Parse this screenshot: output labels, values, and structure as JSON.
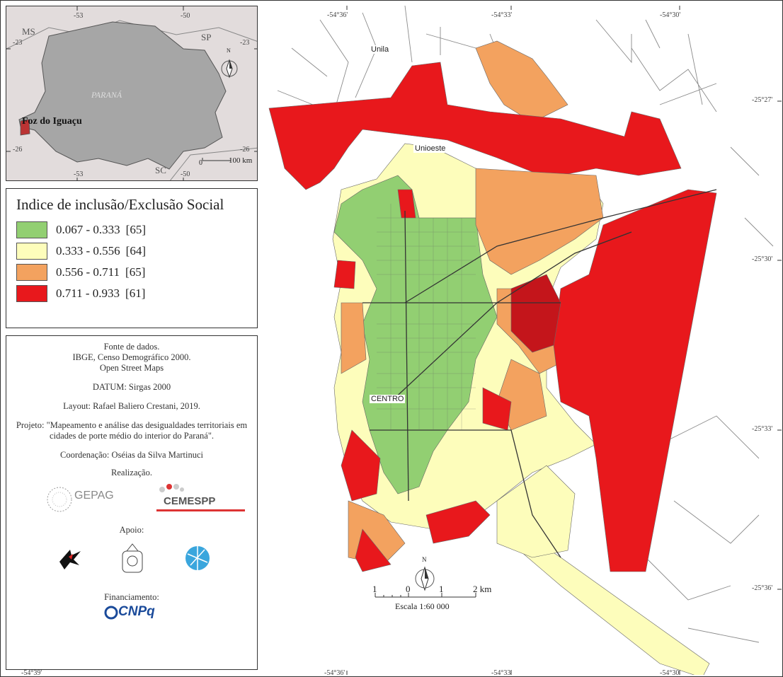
{
  "inset_map": {
    "state_name": "PARANÁ",
    "city_label": "Foz do Iguaçu",
    "neighbors": [
      "MS",
      "SP",
      "SC"
    ],
    "lat_ticks": [
      "-23",
      "-23",
      "-26",
      "-26"
    ],
    "lon_ticks_top": [
      "-53",
      "-50"
    ],
    "lon_ticks_bottom": [
      "-53",
      "-50"
    ],
    "scale": {
      "zero": "0",
      "label": "100 km"
    },
    "north": "N"
  },
  "legend": {
    "title": "Indice de inclusão/Exclusão Social",
    "classes": [
      {
        "range": "0.067 - 0.333",
        "count": "[65]",
        "color": "#92cf72"
      },
      {
        "range": "0.333 - 0.556",
        "count": "[64]",
        "color": "#fdfdbb"
      },
      {
        "range": "0.556 - 0.711",
        "count": "[65]",
        "color": "#f3a25f"
      },
      {
        "range": "0.711 - 0.933",
        "count": "[61]",
        "color": "#e8181c"
      }
    ]
  },
  "credits": {
    "source_line1": "Fonte de dados.",
    "source_line2": "IBGE, Censo Demográfico 2000.",
    "source_line3": "Open Street Maps",
    "datum": "DATUM: Sirgas 2000",
    "layout": "Layout: Rafael Baliero Crestani, 2019.",
    "project_line1": "Projeto: \"Mapeamento e análise das desigualdades territoriais em",
    "project_line2": "cidades de porte médio do interior do Paraná\".",
    "coordination": "Coordenação: Oséias da Silva Martinuci",
    "realizacao": "Realização.",
    "gepag": "GEPAG",
    "cemespp": "CEMESPP",
    "apoio": "Apoio:",
    "financiamento": "Financiamento:",
    "cnpq": "CNPq"
  },
  "main_map": {
    "labels": {
      "unila": "Unila",
      "unioeste": "Unioeste",
      "centro": "CENTRO"
    },
    "lon_ticks_top": [
      "-54°36'",
      "-54°33'",
      "-54°30'"
    ],
    "lon_ticks_bottom": [
      "-54°39'",
      "-54°36'",
      "-54°33'",
      "-54°30'"
    ],
    "lat_ticks": [
      "-25°27'",
      "-25°30'",
      "-25°33'",
      "-25°36'"
    ],
    "north": "N",
    "scale": {
      "t1": "1",
      "t0": "0",
      "t1b": "1",
      "t2": "2 km",
      "label": "Escala 1:60 000"
    }
  }
}
